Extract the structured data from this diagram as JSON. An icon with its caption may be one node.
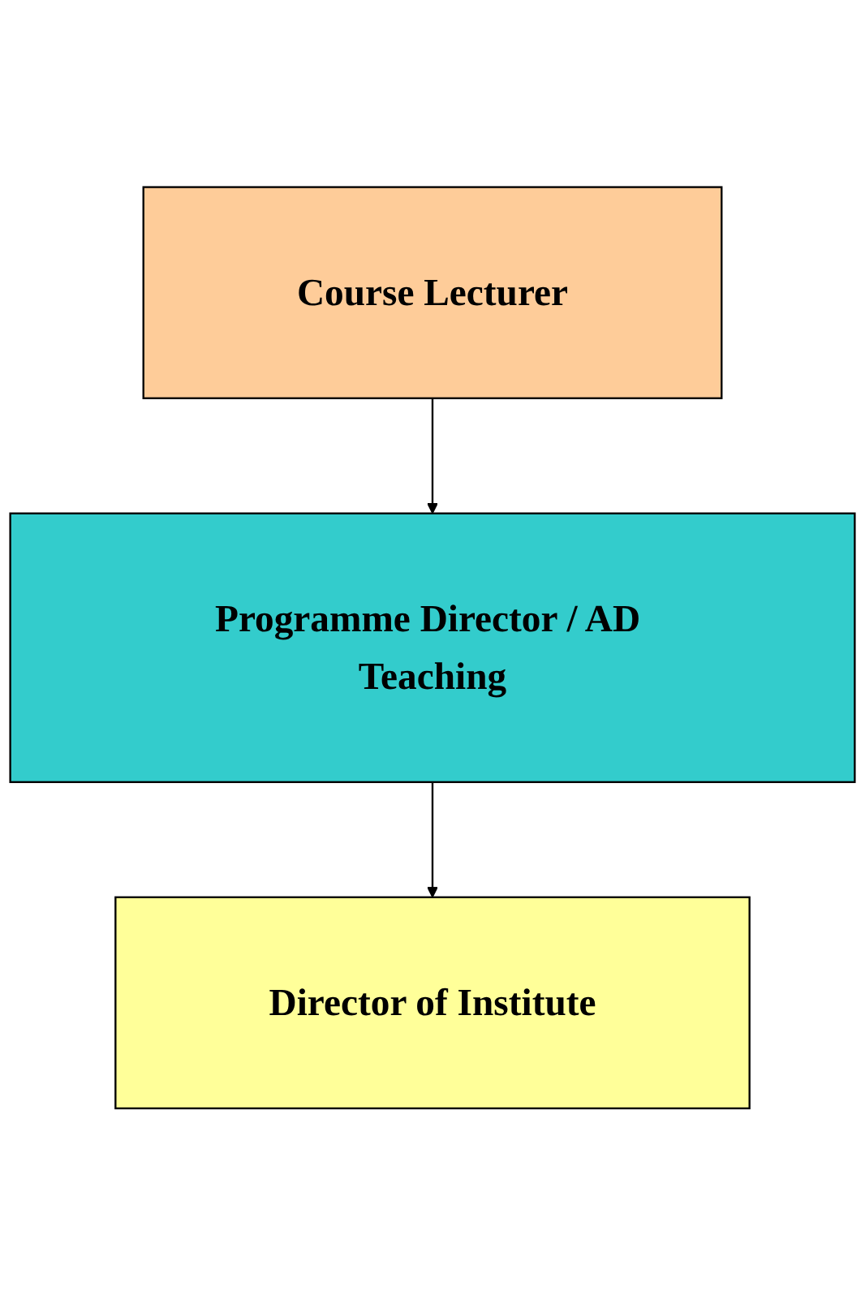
{
  "diagram": {
    "nodes": [
      {
        "text": [
          "Course Lecturer"
        ]
      },
      {
        "text": [
          "Programme Director / AD Teaching"
        ]
      },
      {
        "text": [
          "Director of Institute"
        ]
      }
    ],
    "edges": [
      {
        "from": 0,
        "to": 1,
        "arrow": "to"
      },
      {
        "from": 1,
        "to": 2,
        "arrow": "to"
      }
    ]
  }
}
